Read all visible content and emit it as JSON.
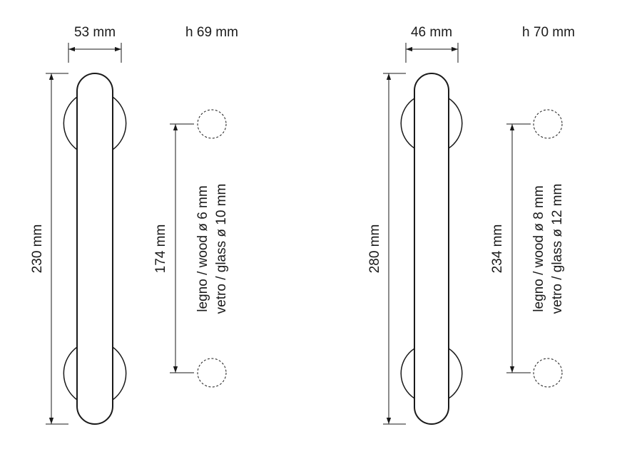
{
  "colors": {
    "line": "#1a1a1a",
    "background": "#ffffff"
  },
  "handles": [
    {
      "width_label": "53 mm",
      "height_label": "h 69 mm",
      "length_label": "230 mm",
      "center_label": "174 mm",
      "hole_line1": "legno / wood ø 6 mm",
      "hole_line2": "vetro / glass ø 10 mm"
    },
    {
      "width_label": "46 mm",
      "height_label": "h 70 mm",
      "length_label": "280 mm",
      "center_label": "234 mm",
      "hole_line1": "legno / wood ø 8 mm",
      "hole_line2": "vetro / glass ø 12 mm"
    }
  ]
}
